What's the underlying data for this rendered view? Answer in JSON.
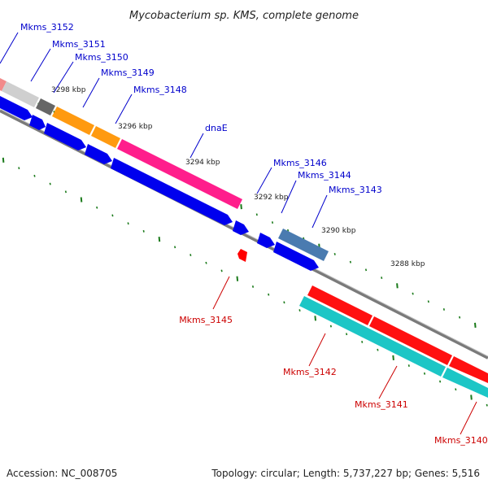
{
  "title": "Mycobacterium sp. KMS, complete genome",
  "footer": {
    "accession": "Accession: NC_008705",
    "summary": "Topology: circular; Length: 5,737,227 bp; Genes: 5,516"
  },
  "colors": {
    "forward_label": "#0000cc",
    "reverse_label": "#cc0000",
    "backbone": "#808080",
    "ticks": "#1a7a1a",
    "cds_forward": "#0000ee",
    "cds_reverse": "#ff0000"
  },
  "tick_labels": [
    "3298 kbp",
    "3296 kbp",
    "3294 kbp",
    "3292 kbp",
    "3290 kbp",
    "3288 kbp"
  ],
  "genes": [
    {
      "label": "Mkms_3152",
      "strand": "forward"
    },
    {
      "label": "Mkms_3151",
      "strand": "forward"
    },
    {
      "label": "Mkms_3150",
      "strand": "forward"
    },
    {
      "label": "Mkms_3149",
      "strand": "forward"
    },
    {
      "label": "Mkms_3148",
      "strand": "forward"
    },
    {
      "label": "dnaE",
      "strand": "forward"
    },
    {
      "label": "Mkms_3146",
      "strand": "forward"
    },
    {
      "label": "Mkms_3144",
      "strand": "forward"
    },
    {
      "label": "Mkms_3143",
      "strand": "forward"
    },
    {
      "label": "Mkms_3145",
      "strand": "reverse"
    },
    {
      "label": "Mkms_3142",
      "strand": "reverse"
    },
    {
      "label": "Mkms_3141",
      "strand": "reverse"
    },
    {
      "label": "Mkms_3140",
      "strand": "reverse"
    }
  ]
}
